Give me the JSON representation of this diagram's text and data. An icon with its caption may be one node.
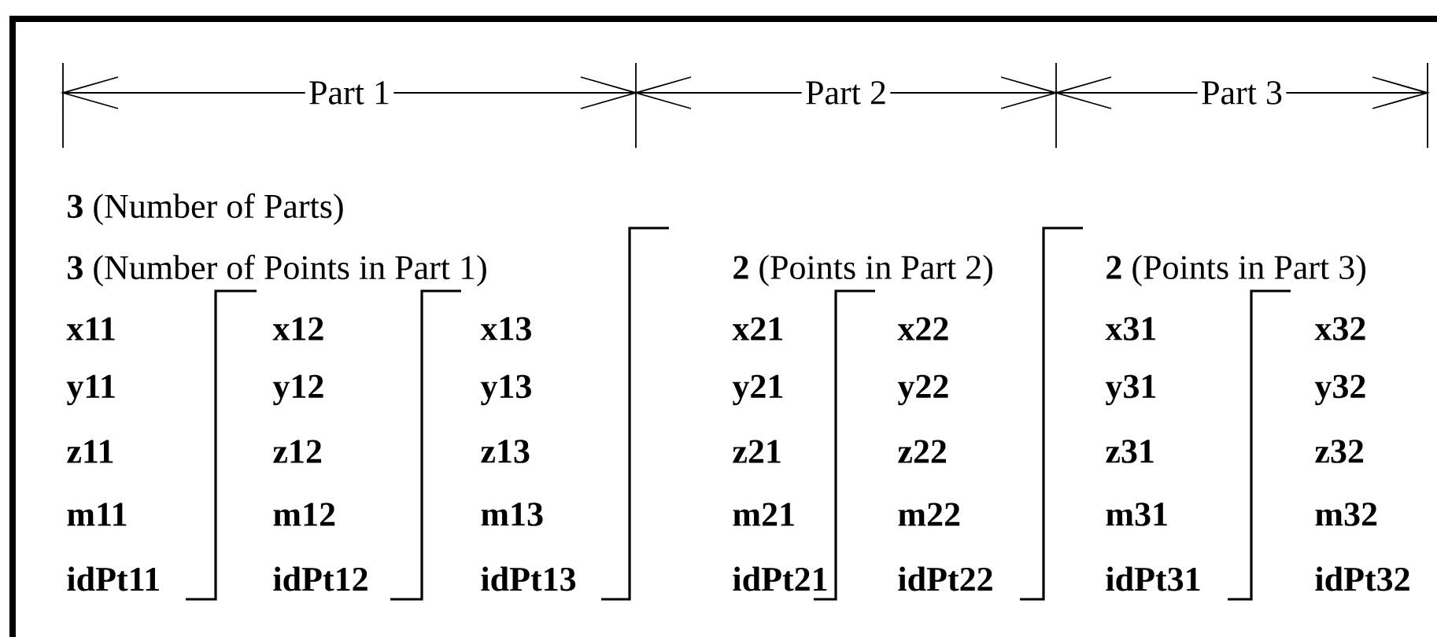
{
  "diagram": {
    "labels": [
      "Part 1",
      "Part 2",
      "Part 3",
      "**3** (Number of Parts)",
      "**3** (Number of Points in Part 1)",
      "**2** (Points in Part 2)",
      "**2** (Points in Part 3)",
      "x11",
      "x12",
      "x13",
      "x21",
      "x22",
      "x31",
      "x32",
      "y11",
      "y12",
      "y13",
      "y21",
      "y22",
      "y31",
      "y32",
      "z11",
      "z12",
      "z13",
      "z21",
      "z22",
      "z31",
      "z32",
      "m11",
      "m12",
      "m13",
      "m21",
      "m22",
      "m31",
      "m32",
      "idPt11",
      "idPt12",
      "idPt13",
      "idPt21",
      "idPt22",
      "idPt31",
      "idPt32"
    ]
  }
}
